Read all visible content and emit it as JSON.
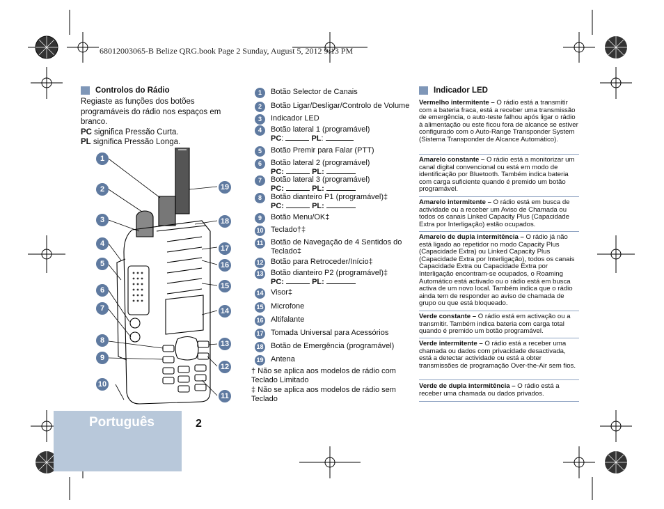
{
  "header": "68012003065-B Belize QRG.book  Page 2  Sunday, August 5, 2012  9:13 PM",
  "controls_section": {
    "title": "Controlos do Rádio",
    "intro": "Regiaste as funções dos botões programáveis do rádio nos espaços em branco.",
    "pc_abbr": "PC",
    "pc_text": " significa Pressão Curta.",
    "pl_abbr": "PL",
    "pl_text": " significa Pressão Longa."
  },
  "controls": [
    {
      "n": "1",
      "label": "Botão Selector de Canais"
    },
    {
      "n": "2",
      "label": "Botão Ligar/Desligar/Controlo de Volume"
    },
    {
      "n": "3",
      "label": "Indicador LED"
    },
    {
      "n": "4",
      "label": "Botão lateral 1 (programável)",
      "pc": "PC",
      "pl": "PL"
    },
    {
      "n": "5",
      "label": "Botão Premir para Falar (PTT)"
    },
    {
      "n": "6",
      "label": "Botão lateral 2 (programável)",
      "pc": "PC:",
      "pl": "PL:"
    },
    {
      "n": "7",
      "label": "Botão lateral 3 (programável)",
      "pc": "PC:",
      "pl": "PL:"
    },
    {
      "n": "8",
      "label": "Botão dianteiro P1 (programável)‡",
      "pc": "PC:",
      "pl": "PL:"
    },
    {
      "n": "9",
      "label": "Botão Menu/OK‡"
    },
    {
      "n": "10",
      "label": "Teclado†‡"
    },
    {
      "n": "11",
      "label": "Botão de Navegação de 4 Sentidos do",
      "label2": "Teclado‡"
    },
    {
      "n": "12",
      "label": " Botão para Retroceder/Início‡"
    },
    {
      "n": "13",
      "label": "Botão dianteiro P2 (programável)‡",
      "pc": "PC:",
      "pl": "PL:"
    },
    {
      "n": "14",
      "label": "Visor‡"
    },
    {
      "n": "15",
      "label": "Microfone"
    },
    {
      "n": "16",
      "label": "Altifalante"
    },
    {
      "n": "17",
      "label": "Tomada Universal para Acessórios"
    },
    {
      "n": "18",
      "label": "Botão de Emergência (programável)"
    },
    {
      "n": "19",
      "label": "Antena"
    }
  ],
  "footnotes": {
    "dagger": "† Não se aplica aos modelos de rádio com Teclado Limitado",
    "ddagger": "‡ Não se aplica aos modelos de rádio sem Teclado"
  },
  "led_section": {
    "title": "Indicador LED",
    "items": [
      {
        "bold": "Vermelho intermitente –",
        "text": " O rádio está a transmitir com a bateria fraca, está a receber uma transmissão de emergência, o auto-teste falhou após ligar o rádio à alimentação ou este ficou fora de alcance se estiver configurado com o Auto-Range Transponder System (Sistema Transponder de Alcance Automático)."
      },
      {
        "bold": "Amarelo constante –",
        "text": " O rádio está a monitorizar um canal digital convencional ou está em modo de identificação por Bluetooth. Também indica bateria com carga suficiente quando é premido um botão programável."
      },
      {
        "bold": "Amarelo intermitente –",
        "text": " O rádio está em busca de actividade ou a receber um Aviso de Chamada ou todos os canais Linked Capacity Plus (Capacidade Extra por Interligação) estão ocupados."
      },
      {
        "bold": "Amarelo de dupla intermitência –",
        "text": " O rádio já não está ligado ao repetidor no modo Capacity Plus (Capacidade Extra) ou Linked Capacity Plus (Capacidade Extra por Interligação), todos os canais Capacidade Extra ou Capacidade Extra por Interligação encontram-se ocupados, o Roaming Automático está activado ou o rádio está em busca activa de um novo local. Também indica que o rádio ainda tem de responder ao aviso de chamada de grupo ou que está bloqueado."
      },
      {
        "bold": "Verde constante –",
        "text": " O rádio está em activação ou a transmitir. Também indica bateria com carga total quando é premido um botão programável."
      },
      {
        "bold": "Verde intermitente –",
        "text": " O rádio está a receber uma chamada ou dados com privacidade desactivada, está a detectar actividade ou está a obter transmissões de programação Over-the-Air sem fios."
      },
      {
        "bold": "Verde de dupla intermitência –",
        "text": " O rádio está a receber uma chamada ou dados privados."
      }
    ]
  },
  "footer": {
    "language": "Português",
    "page": "2"
  },
  "diagram_callouts": [
    "1",
    "2",
    "3",
    "4",
    "5",
    "6",
    "7",
    "8",
    "9",
    "10",
    "11",
    "12",
    "13",
    "14",
    "15",
    "16",
    "17",
    "18",
    "19"
  ],
  "colors": {
    "accent": "#5f7aa0",
    "tab": "#b8c8da",
    "rule": "#8ea3c2"
  }
}
